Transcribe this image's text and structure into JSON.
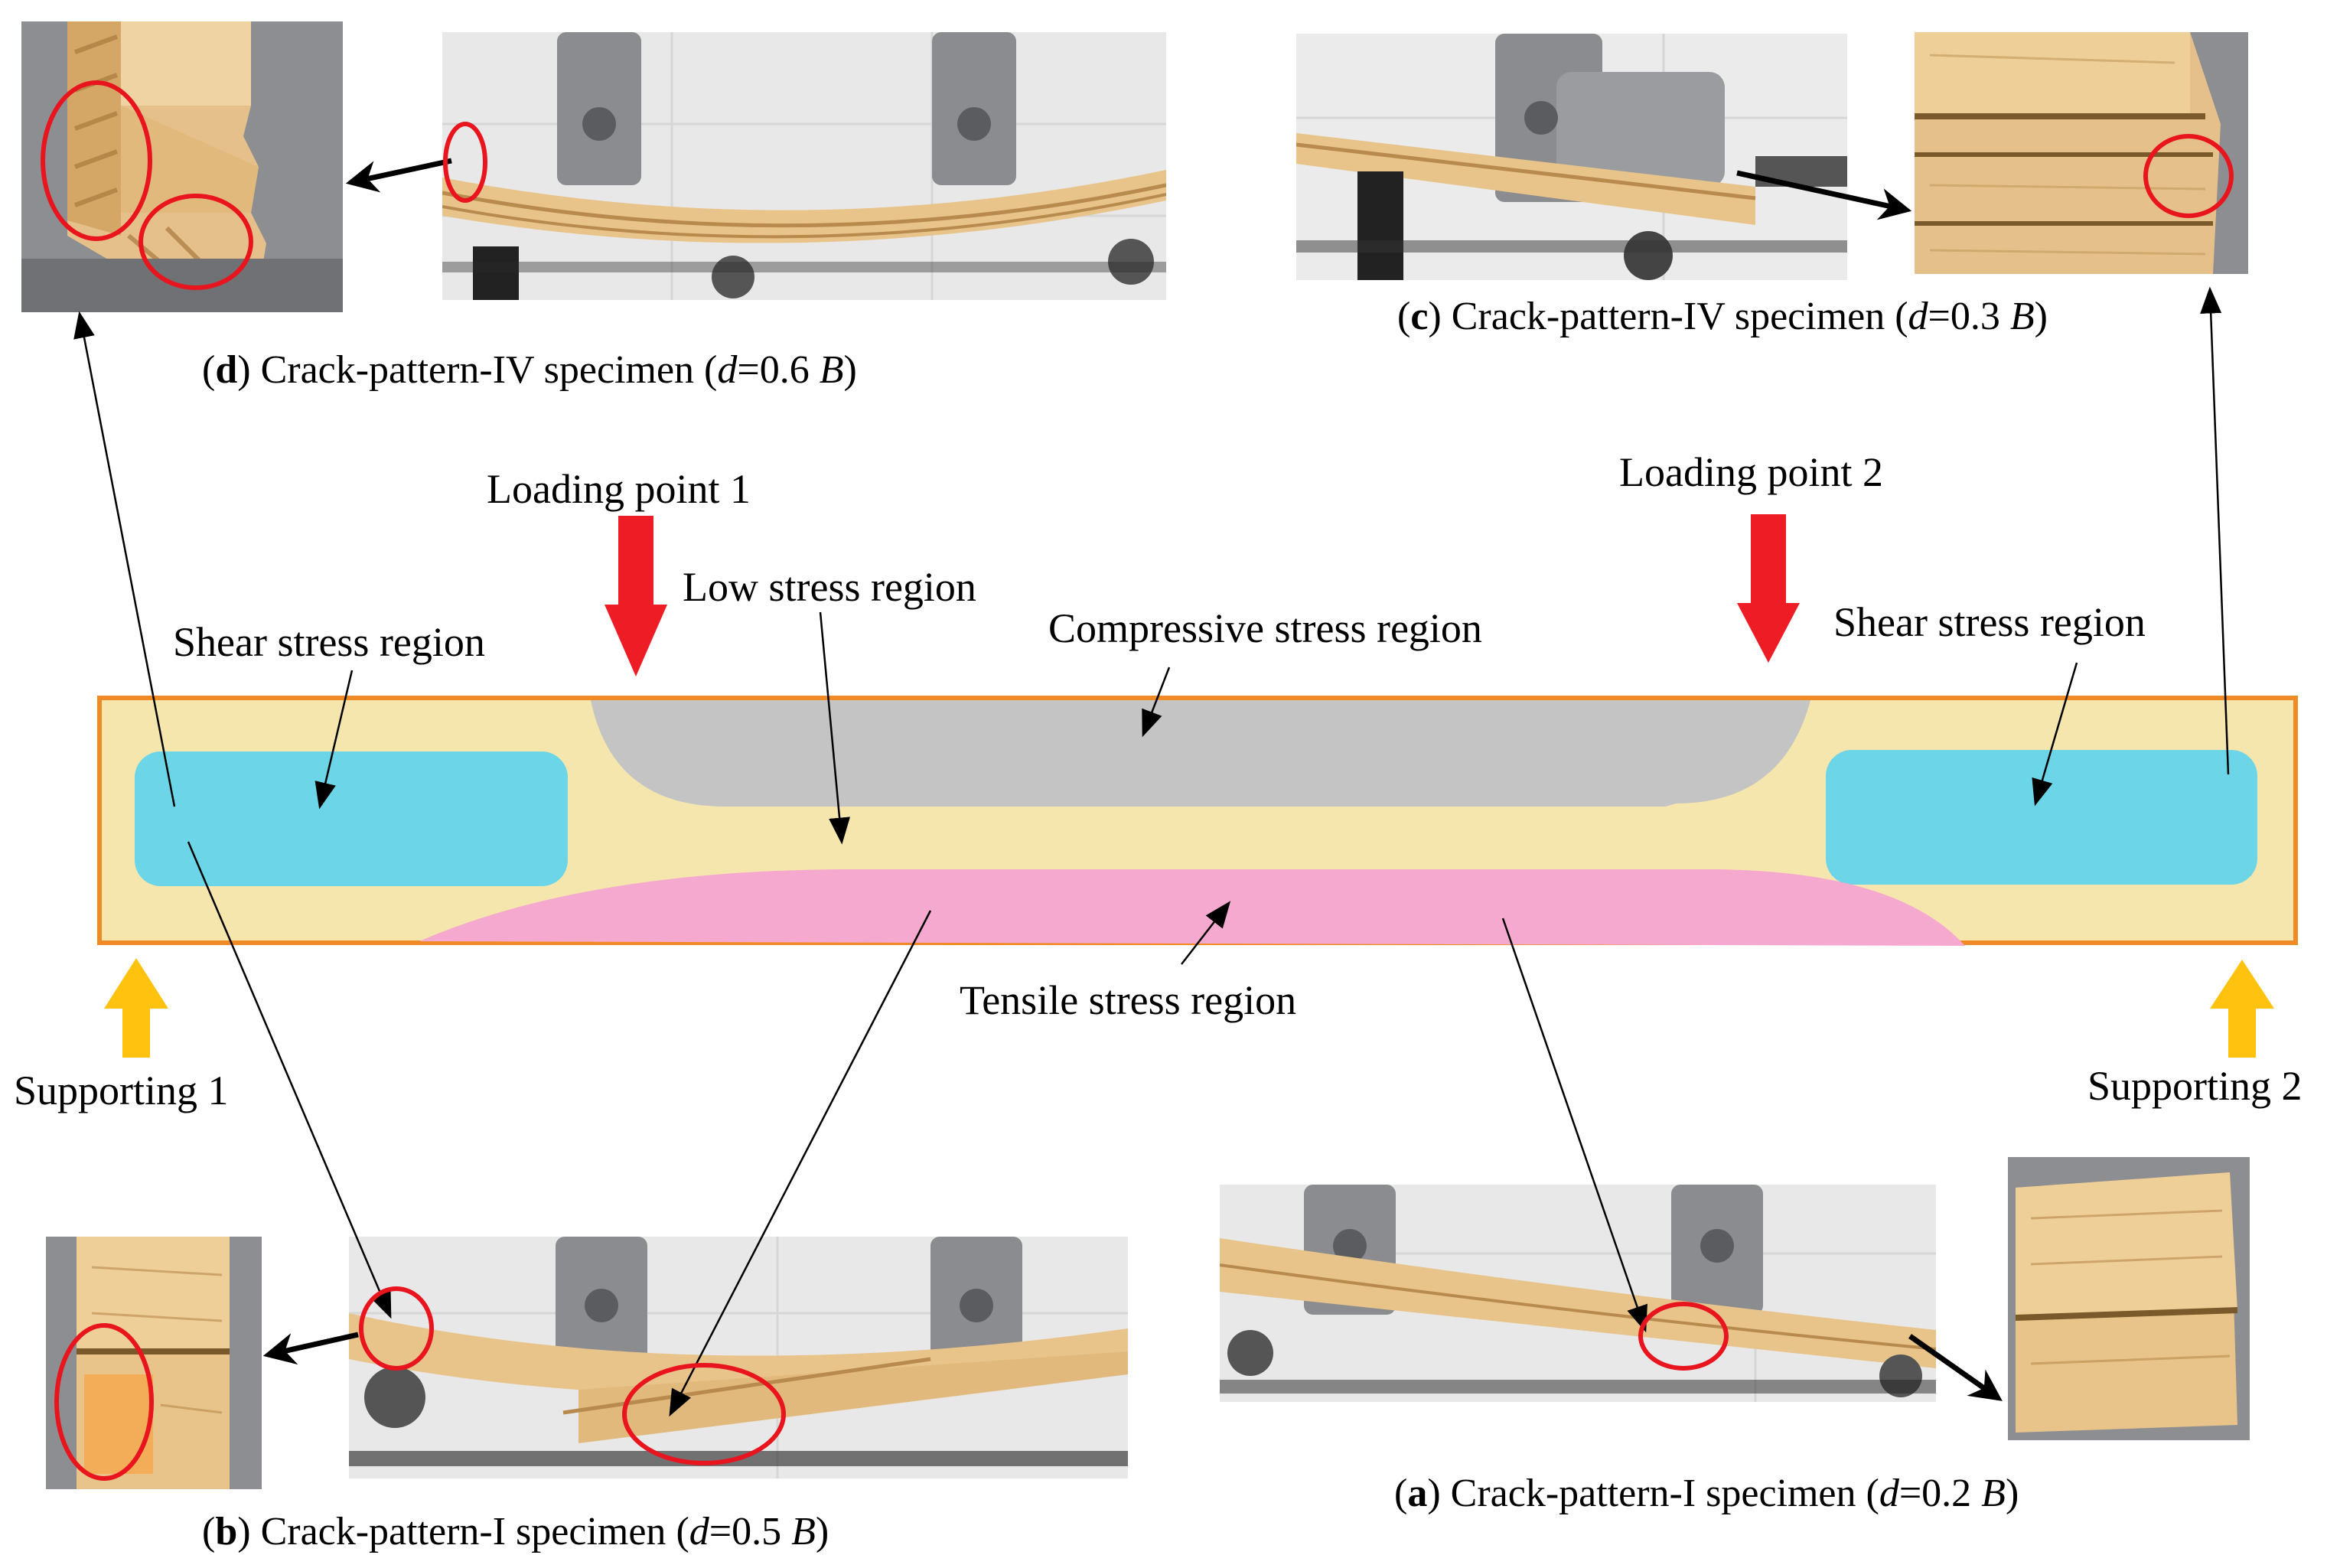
{
  "labels": {
    "loading_point_1": "Loading point 1",
    "loading_point_2": "Loading point 2",
    "low_stress": "Low stress region",
    "compressive_stress": "Compressive stress region",
    "shear_stress_left": "Shear stress region",
    "shear_stress_right": "Shear stress region",
    "tensile_stress": "Tensile stress region",
    "supporting_1": "Supporting 1",
    "supporting_2": "Supporting 2"
  },
  "captions": {
    "a": {
      "tag": "a",
      "text": " Crack-pattern-I specimen ",
      "open": "(",
      "var": "d",
      "eq": "=0.2 ",
      "unit": "B",
      "close": ")"
    },
    "b": {
      "tag": "b",
      "text": " Crack-pattern-I specimen ",
      "open": "(",
      "var": "d",
      "eq": "=0.5 ",
      "unit": "B",
      "close": ")"
    },
    "c": {
      "tag": "c",
      "text": " Crack-pattern-IV specimen ",
      "open": "(",
      "var": "d",
      "eq": "=0.3 ",
      "unit": "B",
      "close": ")"
    },
    "d": {
      "tag": "d",
      "text": " Crack-pattern-IV specimen ",
      "open": "(",
      "var": "d",
      "eq": "=0.6 ",
      "unit": "B",
      "close": ")"
    }
  },
  "colors": {
    "beam_fill": "#f5e6ae",
    "beam_border": "#f08a24",
    "shear_region": "#6dd5e8",
    "compressive_region": "#c4c4c4",
    "tensile_region": "#f6a9cf",
    "load_arrow": "#ee1c24",
    "support_arrow": "#ffc20e",
    "highlight_circle": "#e8141e",
    "wood_light": "#e8c48a",
    "wood_dark": "#b88a4e",
    "steel": "#8a8c90"
  }
}
